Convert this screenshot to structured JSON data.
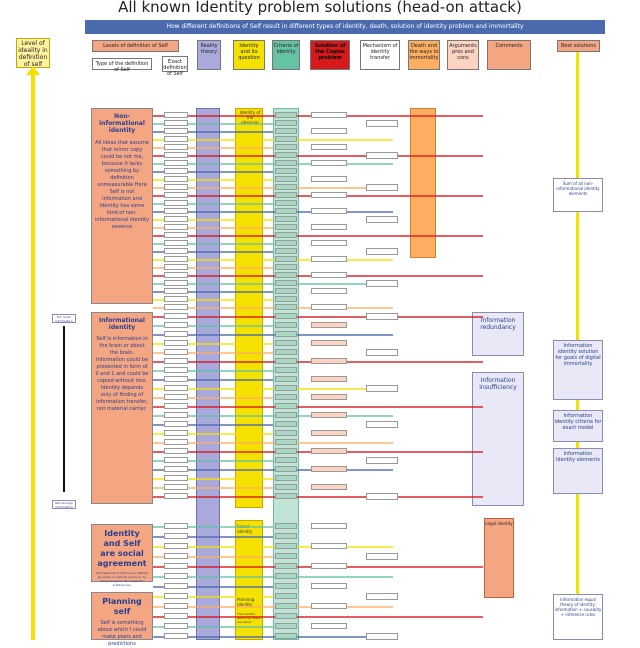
{
  "title": "All known Identity problem solutions (head-on attack)",
  "banner": "How different definitions of Self result in different types of identity, death, solution of identity problem and immortality",
  "left_axis": {
    "label": "Level of ideality in definition of self",
    "top_note": "Too much information",
    "bottom_note": "Not enough information"
  },
  "columns": [
    {
      "label": "Levels of definition of Self",
      "color": "#f4a582"
    },
    {
      "label": "Reality theory",
      "color": "#a9a9dc"
    },
    {
      "label": "Identity and its question",
      "color": "#f5e100"
    },
    {
      "label": "Criteria of identity",
      "color": "#66c2a5"
    },
    {
      "label": "Solution of the Copies problem",
      "color": "#d7191c"
    },
    {
      "label": "Mechanism of identity transfer",
      "color": "#ffffff"
    },
    {
      "label": "Death and the ways to immortality",
      "color": "#f4a582"
    },
    {
      "label": "Arguments pros and cons",
      "color": "#fbd3c0"
    },
    {
      "label": "Comments",
      "color": "#f4a582"
    },
    {
      "label": "Best solutions",
      "color": "#f4a582"
    }
  ],
  "subheaders": {
    "type": "Type of the definition of Self",
    "exact": "Exact definition of Self"
  },
  "sections": [
    {
      "title": "Non-informational identity",
      "body": "All ideas that assume that mirror copy could be not me, because it lacks something by definition unmeasurable Here Self is not information and Identity has some kind of non-informational identity essence"
    },
    {
      "title": "Informational identity",
      "body": "Self is information in the brain or about the brain. Information could be presented in form of 0 and 1 and could be copied without loss. Identity depends only of finding of information transfer, not material carrier."
    },
    {
      "title": "Identity and Self are social agreement",
      "body": "Self depends of Self one is defined by social or cultural norms or by personal goals, the subject's preferences."
    },
    {
      "title": "Planning self",
      "body": "Self is something about which I could make plans and predictions"
    }
  ],
  "column_notes": {
    "identity_top": "Identity of the observer",
    "social_identity": "Social identity",
    "planning_identity": "Planning identity",
    "planning_body": "The identity which our plans are about"
  },
  "side_boxes": [
    {
      "title": "Information redundancy"
    },
    {
      "title": "Information insufficiency"
    },
    {
      "title": "Legal identity"
    }
  ],
  "best_solutions": [
    {
      "title": "Sum of all non-informational identity elements"
    },
    {
      "title": "Information identity solution for goals of digital immortality"
    },
    {
      "title": "Information identity criteria for exact model"
    },
    {
      "title": "Information identity elements"
    },
    {
      "title": "Information equal theory of identity: information + causality + inference rules"
    }
  ],
  "colors": {
    "banner": "#4a6aad",
    "section": "#f4a582",
    "reality": "#a9a9dc",
    "identity": "#f5e100",
    "criteria": "#66c2a5",
    "copies": "#d7191c",
    "death": "#fdae61",
    "axis": "#f5e100"
  }
}
